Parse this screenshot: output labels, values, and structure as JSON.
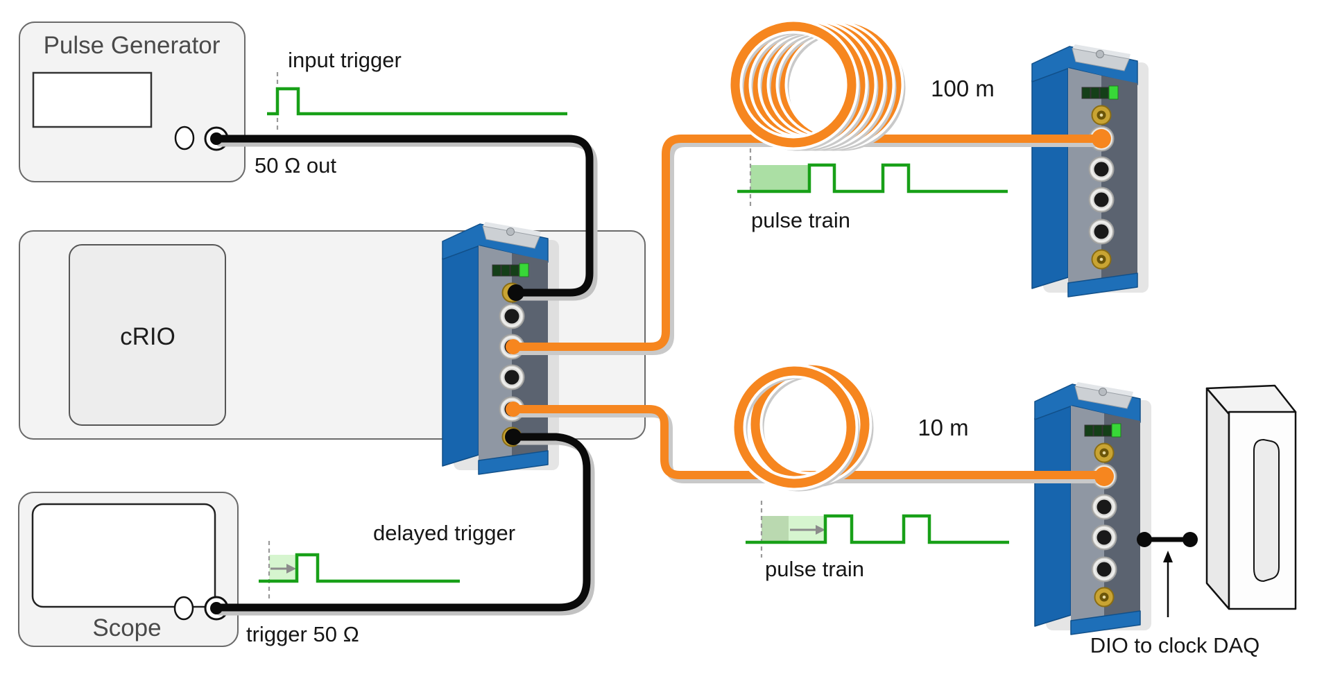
{
  "devices": {
    "pulse_generator": {
      "title": "Pulse Generator",
      "output_port_label": "50 Ω out"
    },
    "crio": {
      "label": "cRIO"
    },
    "scope": {
      "title": "Scope",
      "input_port_label": "trigger 50 Ω"
    },
    "daq": {
      "annotation": "DIO to clock DAQ"
    }
  },
  "fibers": {
    "long": {
      "length_label": "100 m"
    },
    "short": {
      "length_label": "10 m"
    }
  },
  "signals": {
    "input_trigger": {
      "label": "input trigger"
    },
    "delayed_trigger": {
      "label": "delayed trigger"
    },
    "pulse_train_long": {
      "label": "pulse train"
    },
    "pulse_train_short": {
      "label": "pulse train"
    }
  },
  "colors": {
    "fiber_orange": "#F6861F",
    "signal_green": "#18A018",
    "module_blue": "#1E6FB8",
    "cable_black": "#0A0A0A",
    "led_green": "#38D838",
    "shade_strong": "#ABDFA4",
    "shade_light": "#D6F5CF",
    "shade_muted": "#BAD9B0"
  }
}
